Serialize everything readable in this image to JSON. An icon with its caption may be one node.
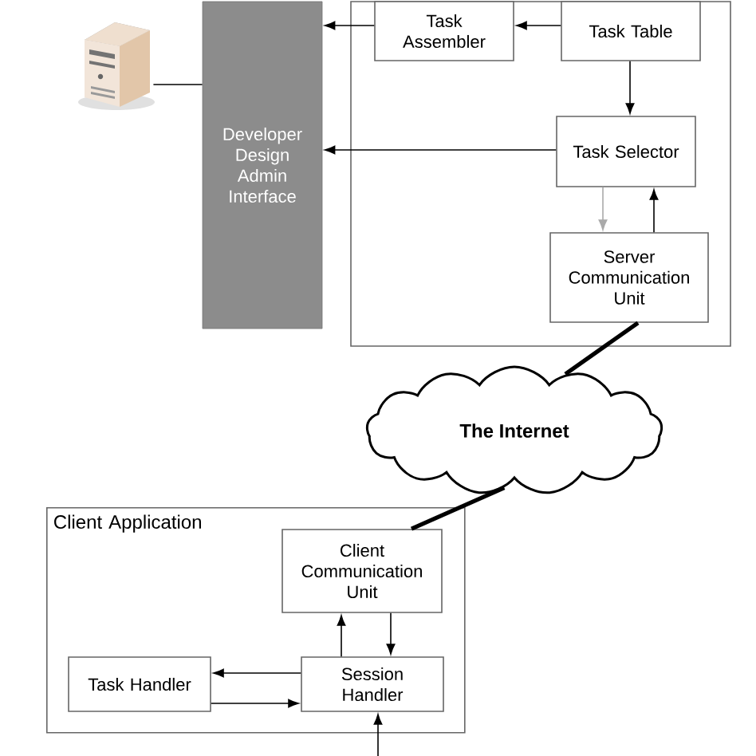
{
  "diagram": {
    "nodes": [
      {
        "text": [],
        "shape": "picture"
      },
      {
        "text": [
          "Developer Design Admin Interface"
        ]
      },
      {
        "text": [],
        "shape": "box"
      },
      {
        "text": [
          "Task Assembler"
        ],
        "in": 2
      },
      {
        "text": [
          "Task Table"
        ],
        "in": 2
      },
      {
        "text": [
          "Task Selector"
        ],
        "in": 2
      },
      {
        "text": [
          "Server Communication Unit"
        ],
        "in": 2
      },
      {
        "text": [
          "The Internet"
        ]
      },
      {
        "text": [
          "Client Application"
        ]
      },
      {
        "text": [
          "Client Communication Unit"
        ],
        "in": 8
      },
      {
        "text": [
          "Task Handler"
        ],
        "in": 8
      },
      {
        "text": [
          "Session Handler"
        ],
        "in": 8
      }
    ],
    "edges": [
      {
        "from": 4,
        "to": 3,
        "arrow": "to"
      },
      {
        "from": 3,
        "to": 1,
        "arrow": "to"
      },
      {
        "from": 4,
        "to": 5,
        "arrow": "to"
      },
      {
        "from": 5,
        "to": 1,
        "arrow": "to"
      },
      {
        "from": 5,
        "to": 6,
        "arrow": "to",
        "color": "#aaaaaa"
      },
      {
        "from": 6,
        "to": 5,
        "arrow": "to"
      },
      {
        "from": 6,
        "to": 7,
        "arrow": "none",
        "style": "thick"
      },
      {
        "from": 7,
        "to": 9,
        "arrow": "none",
        "style": "thick"
      },
      {
        "from": 11,
        "to": 9,
        "arrow": "to"
      },
      {
        "from": 9,
        "to": 11,
        "arrow": "to"
      },
      {
        "from": 11,
        "to": 10,
        "arrow": "to"
      },
      {
        "from": 10,
        "to": 11,
        "arrow": "to"
      },
      {
        "from": null,
        "to": 11,
        "arrow": "to"
      },
      {
        "from": 0,
        "to": 1,
        "arrow": "none"
      }
    ]
  }
}
